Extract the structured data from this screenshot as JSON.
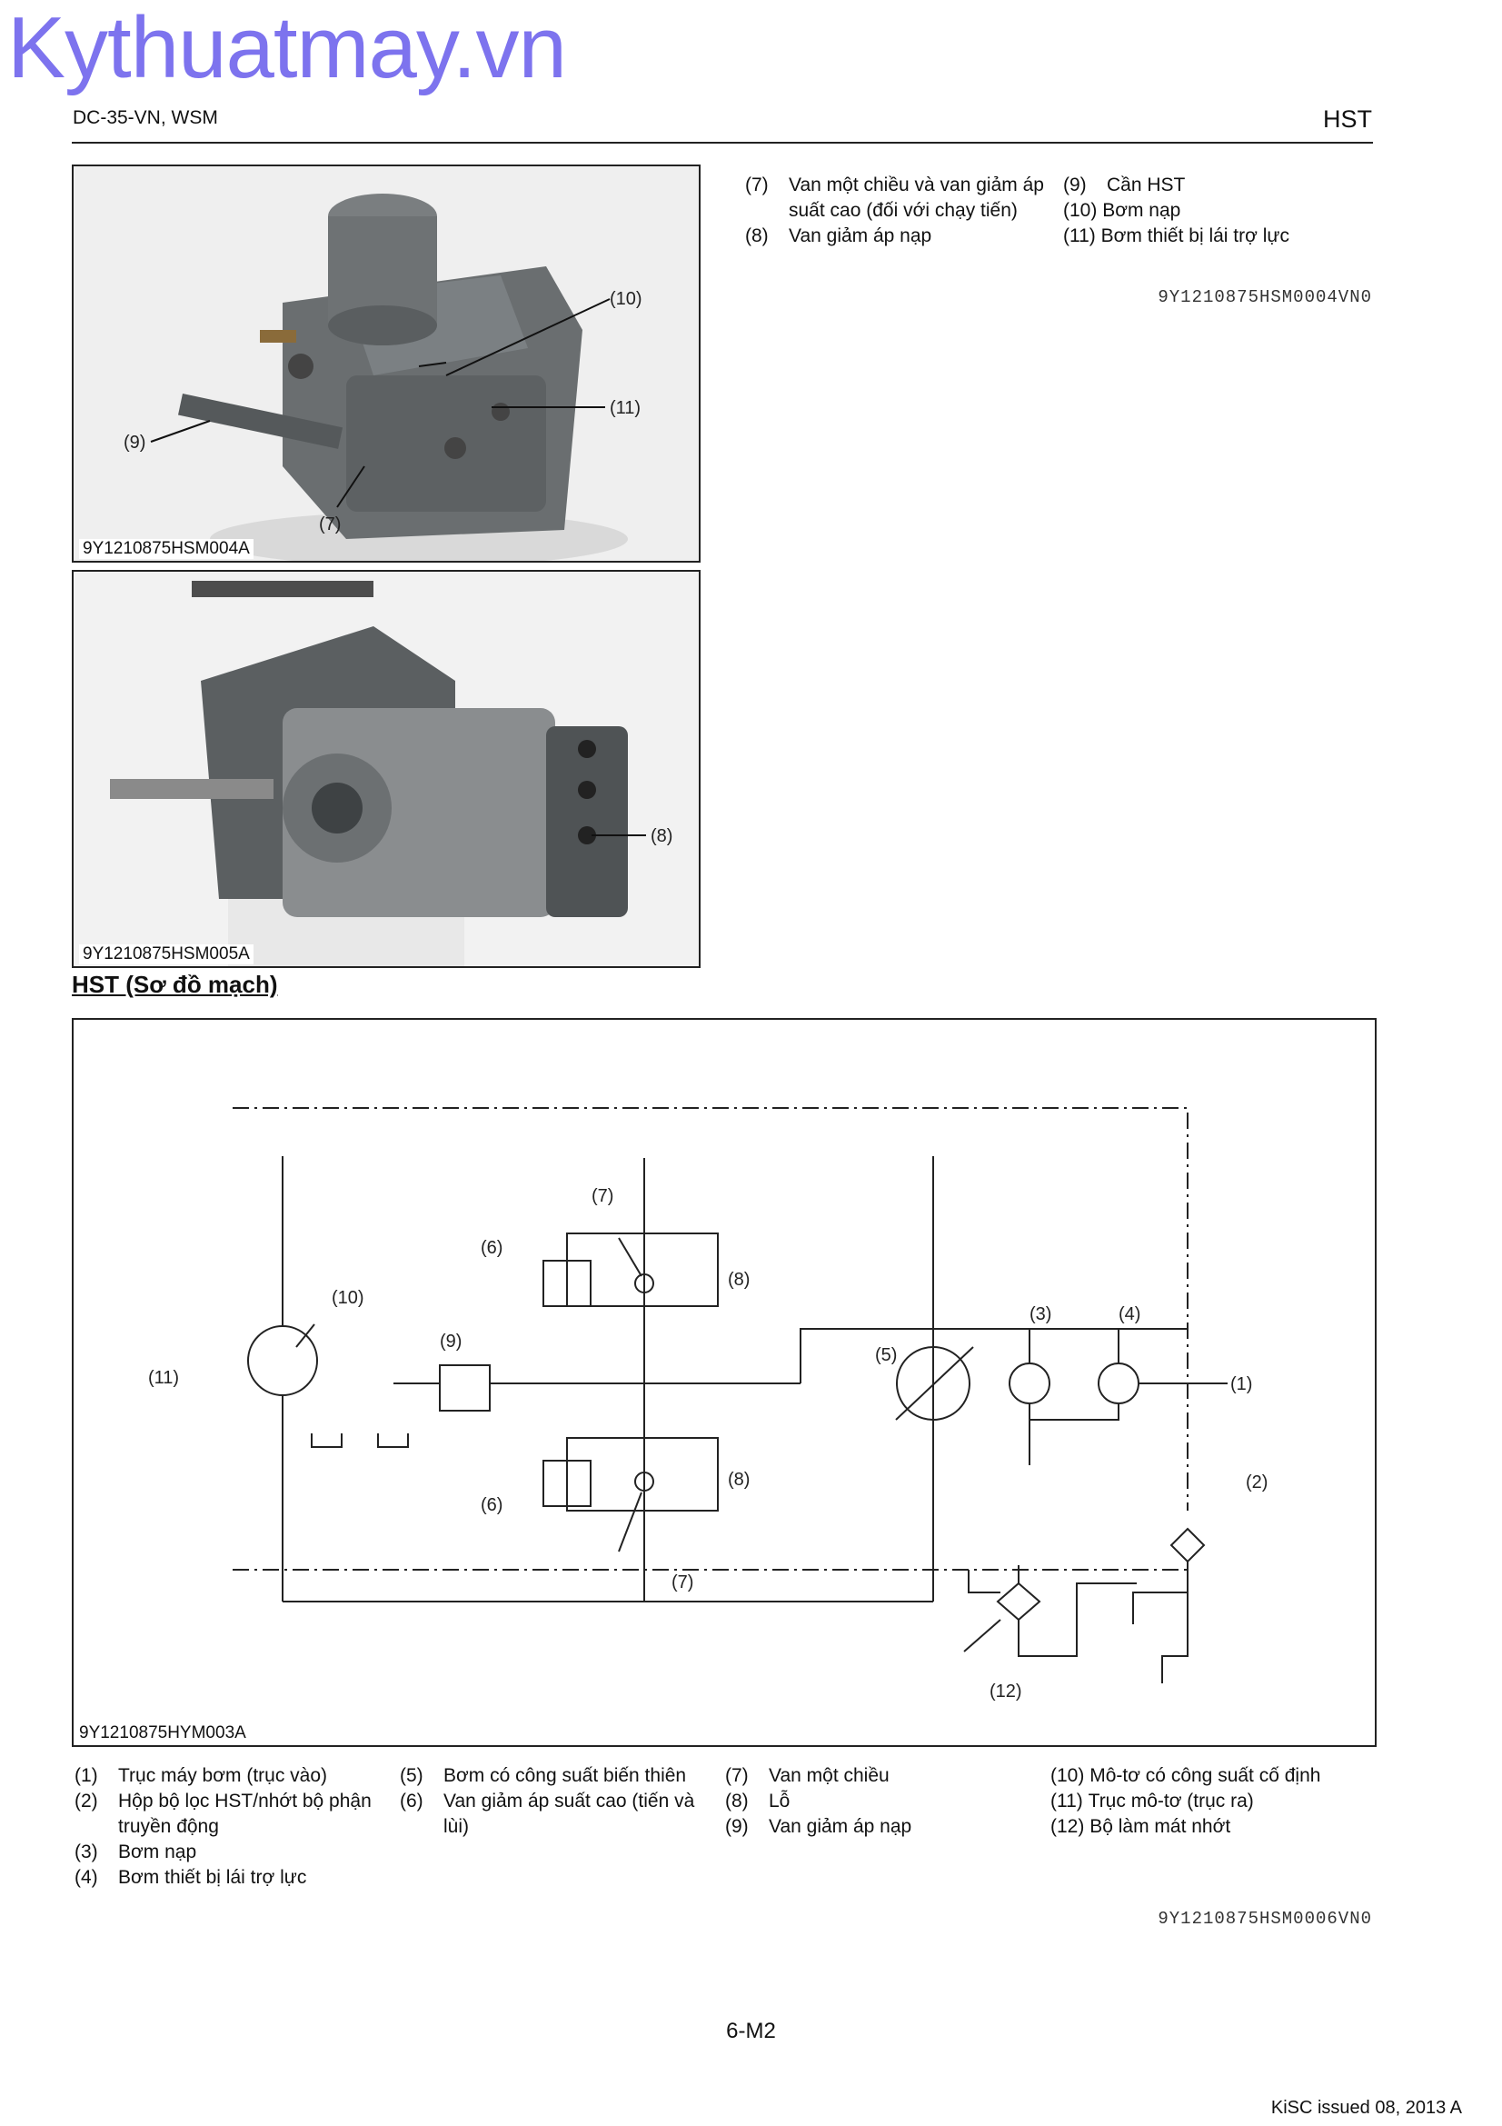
{
  "watermark": "Kythuatmay.vn",
  "header": {
    "left": "DC-35-VN, WSM",
    "right": "HST"
  },
  "photo1": {
    "caption": "9Y1210875HSM004A",
    "labels": [
      "(10)",
      "(11)",
      "(9)",
      "(7)"
    ]
  },
  "photo2": {
    "caption": "9Y1210875HSM005A",
    "labels": [
      "(8)"
    ]
  },
  "top_legend": {
    "col1": [
      {
        "num": "(7)",
        "text": "Van một chiều và van giảm áp suất cao (đối với chạy tiến)"
      },
      {
        "num": "(8)",
        "text": "Van giảm áp nạp"
      }
    ],
    "col2": [
      {
        "num": "(9)",
        "text": "Cần HST"
      },
      {
        "num": "(10)",
        "text": "Bơm nạp"
      },
      {
        "num": "(11)",
        "text": "Bơm thiết bị lái trợ lực"
      }
    ],
    "code": "9Y1210875HSM0004VN0"
  },
  "section_title": "HST (Sơ đồ mạch)",
  "diagram": {
    "caption": "9Y1210875HYM003A",
    "labels": {
      "l1": "(1)",
      "l2": "(2)",
      "l3": "(3)",
      "l4": "(4)",
      "l5": "(5)",
      "l6a": "(6)",
      "l6b": "(6)",
      "l7a": "(7)",
      "l7b": "(7)",
      "l8a": "(8)",
      "l8b": "(8)",
      "l9": "(9)",
      "l10": "(10)",
      "l11": "(11)",
      "l12": "(12)"
    }
  },
  "bottom_legend": {
    "col1": [
      {
        "num": "(1)",
        "text": "Trục máy bơm (trục vào)"
      },
      {
        "num": "(2)",
        "text": "Hộp bộ lọc HST/nhớt bộ phận truyền động"
      },
      {
        "num": "(3)",
        "text": "Bơm nạp"
      },
      {
        "num": "(4)",
        "text": "Bơm thiết bị lái trợ lực"
      }
    ],
    "col2": [
      {
        "num": "(5)",
        "text": "Bơm có công suất biến thiên"
      },
      {
        "num": "(6)",
        "text": "Van giảm áp suất cao (tiến và lùi)"
      }
    ],
    "col3": [
      {
        "num": "(7)",
        "text": "Van một chiều"
      },
      {
        "num": "(8)",
        "text": "Lỗ"
      },
      {
        "num": "(9)",
        "text": "Van giảm áp nạp"
      }
    ],
    "col4": [
      {
        "num": "(10)",
        "text": "Mô-tơ có công suất cố định"
      },
      {
        "num": "(11)",
        "text": "Trục mô-tơ (trục ra)"
      },
      {
        "num": "(12)",
        "text": "Bộ làm mát nhớt"
      }
    ],
    "code": "9Y1210875HSM0006VN0"
  },
  "page_number": "6-M2",
  "footer": "KiSC issued 08, 2013 A"
}
